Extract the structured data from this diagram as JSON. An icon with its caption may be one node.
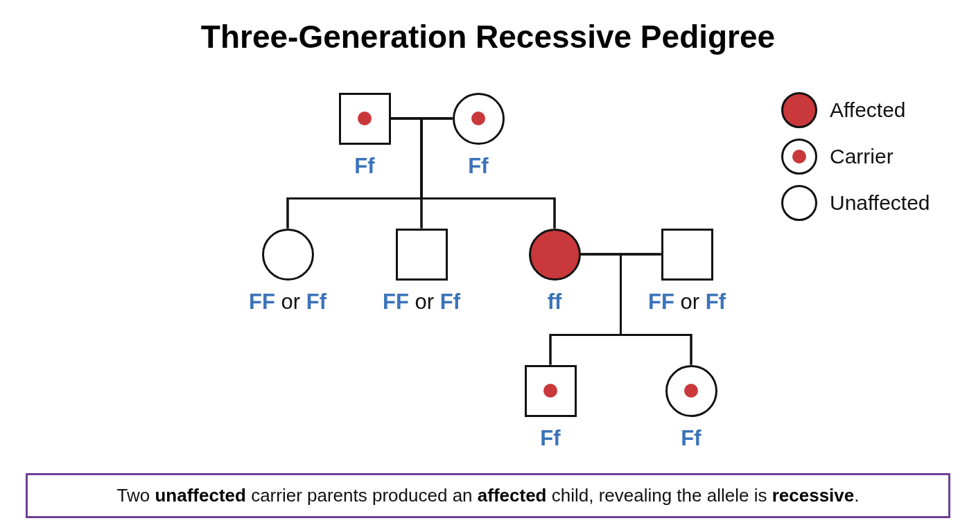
{
  "diagram": {
    "title": "Three-Generation Recessive Pedigree",
    "nodes": [
      {
        "text": [],
        "shape": "box",
        "beside": [
          "Ff"
        ]
      },
      {
        "text": [],
        "shape": "circle",
        "beside": [
          "Ff"
        ]
      },
      {
        "text": [],
        "shape": "circle",
        "beside": [
          "**FF** or **Ff**"
        ]
      },
      {
        "text": [],
        "shape": "box",
        "beside": [
          "**FF** or **Ff**"
        ]
      },
      {
        "text": [],
        "shape": "circle",
        "beside": [
          "ff"
        ]
      },
      {
        "text": [],
        "shape": "box",
        "beside": [
          "**FF** or **Ff**"
        ]
      },
      {
        "text": [],
        "shape": "box",
        "beside": [
          "Ff"
        ]
      },
      {
        "text": [],
        "shape": "circle",
        "beside": [
          "Ff"
        ]
      }
    ],
    "edges": [
      {
        "from": 0,
        "to": 1,
        "arrow": "none"
      },
      {
        "from": 0,
        "to": 2,
        "arrow": "none"
      },
      {
        "from": 1,
        "to": 2,
        "arrow": "none"
      },
      {
        "from": 0,
        "to": 3,
        "arrow": "none"
      },
      {
        "from": 1,
        "to": 3,
        "arrow": "none"
      },
      {
        "from": 0,
        "to": 4,
        "arrow": "none"
      },
      {
        "from": 1,
        "to": 4,
        "arrow": "none"
      },
      {
        "from": 4,
        "to": 5,
        "arrow": "none"
      },
      {
        "from": 4,
        "to": 6,
        "arrow": "none"
      },
      {
        "from": 5,
        "to": 6,
        "arrow": "none"
      },
      {
        "from": 4,
        "to": 7,
        "arrow": "none"
      },
      {
        "from": 5,
        "to": 7,
        "arrow": "none"
      }
    ],
    "legend": [
      {
        "text": "Affected",
        "color": "#c9383a"
      },
      {
        "text": "Carrier"
      },
      {
        "text": "Unaffected"
      }
    ],
    "caption": "Two **unaffected** carrier parents produced an **affected** child, revealing the allele is **recessive**."
  }
}
